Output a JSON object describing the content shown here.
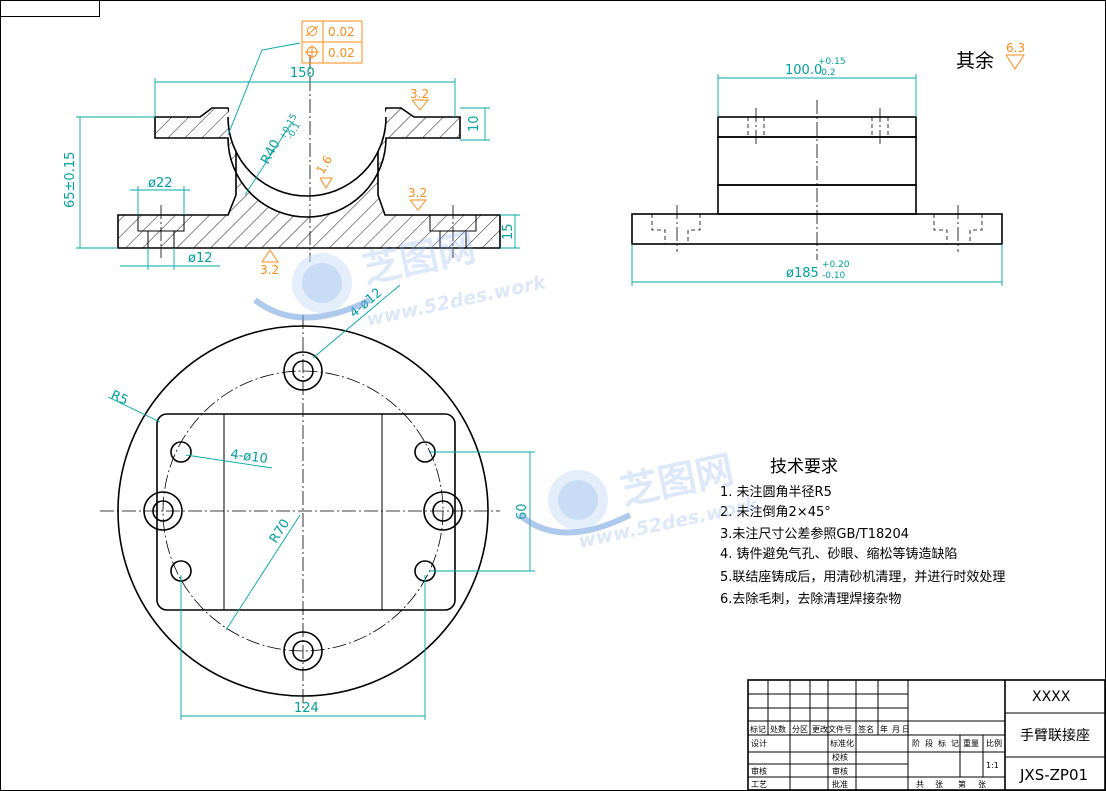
{
  "technical_requirements": {
    "title": "技术要求",
    "items": [
      "1. 未注圆角半径R5",
      "2. 未注倒角2×45°",
      "3.未注尺寸公差参照GB/T18204",
      "4. 铸件避免气孔、砂眼、缩松等铸造缺陷",
      "5.联结座铸成后，用清砂机清理，并进行时效处理",
      "6.去除毛刺，去除清理焊接杂物"
    ]
  },
  "surface_finish": {
    "rest_label": "其余",
    "rest_value": "6.3"
  },
  "geometric_tolerance": {
    "row1_value": "0.02",
    "row2_value": "0.02"
  },
  "front_view": {
    "dim_width": "150",
    "dim_height": "65±0.15",
    "dim_top_thickness": "10",
    "dim_base_thickness": "15",
    "dim_counterbore": "ø22",
    "dim_hole": "ø12",
    "dim_radius": "R40",
    "dim_radius_tol_upper": "+0.15",
    "dim_radius_tol_lower": "-0.1",
    "roughness_top": "3.2",
    "roughness_inner": "1.6",
    "roughness_right": "3.2",
    "roughness_bottom": "3.2"
  },
  "side_view": {
    "dim_top": "100.0",
    "dim_top_tol_upper": "+0.15",
    "dim_top_tol_lower": "-0.2",
    "dim_bottom": "ø185",
    "dim_bottom_tol_upper": "+0.20",
    "dim_bottom_tol_lower": "-0.10"
  },
  "top_view": {
    "dim_four_holes_large": "4-ø12",
    "dim_four_holes_small": "4-ø10",
    "dim_corner_radius": "R5",
    "dim_pcd_radius": "R70",
    "dim_width": "124",
    "dim_height": "60"
  },
  "title_block": {
    "company": "XXXX",
    "part_name": "手臂联接座",
    "drawing_number": "JXS-ZP01",
    "scale": "1:1",
    "header_labels": [
      "标记",
      "处数",
      "分区",
      "更改文件号",
      "签名",
      "年",
      "月",
      "日"
    ],
    "row_labels": [
      "设计",
      "审核",
      "工艺"
    ],
    "mid_labels": [
      "标准化",
      "校核",
      "审核",
      "批准"
    ],
    "stage_labels": [
      "阶",
      "段",
      "标",
      "记",
      "重量",
      "比例"
    ],
    "sheet_labels": [
      "共",
      "张",
      "第",
      "张"
    ]
  },
  "watermark": {
    "cn_text": "芝图网",
    "url_text": "www.52des.work"
  }
}
